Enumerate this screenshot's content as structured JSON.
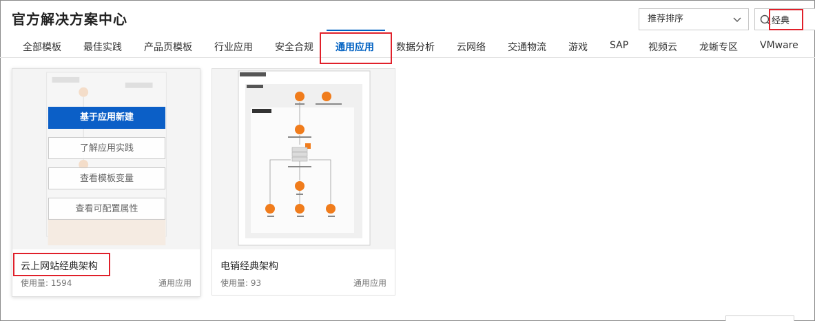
{
  "header": {
    "title": "官方解决方案中心",
    "sort": {
      "selected": "推荐排序"
    },
    "search": {
      "value": "经典"
    }
  },
  "tabs": [
    {
      "label": "全部模板"
    },
    {
      "label": "最佳实践"
    },
    {
      "label": "产品页模板"
    },
    {
      "label": "行业应用"
    },
    {
      "label": "安全合规"
    },
    {
      "label": "通用应用",
      "active": true
    },
    {
      "label": "数据分析"
    },
    {
      "label": "云网络"
    },
    {
      "label": "交通物流"
    },
    {
      "label": "游戏"
    },
    {
      "label": "SAP"
    },
    {
      "label": "视频云"
    },
    {
      "label": "龙蜥专区"
    },
    {
      "label": "VMware"
    }
  ],
  "cards": [
    {
      "title": "云上网站经典架构",
      "usage": "使用量: 1594",
      "category": "通用应用",
      "overlay_buttons": {
        "create": "基于应用新建",
        "learn": "了解应用实践",
        "variables": "查看模板变量",
        "properties": "查看可配置属性"
      }
    },
    {
      "title": "电销经典架构",
      "usage": "使用量: 93",
      "category": "通用应用"
    }
  ],
  "colors": {
    "accent": "#0061c2",
    "primary_button": "#0b5fc7",
    "highlight": "#e0202a",
    "node_orange": "#f07c1c"
  }
}
